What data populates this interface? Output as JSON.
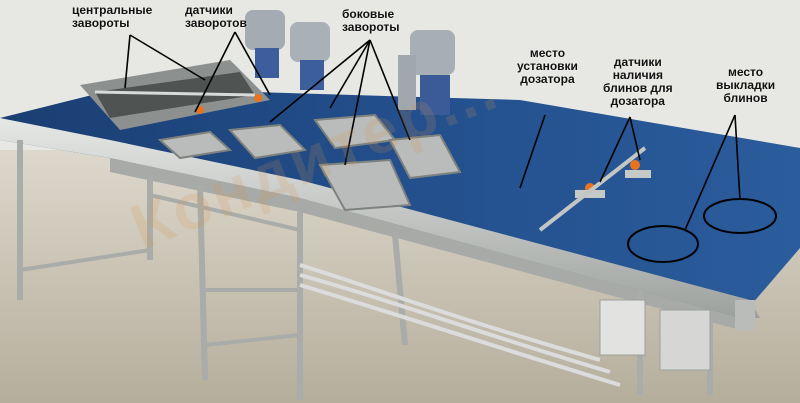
{
  "photo": {
    "subject": "conveyor-with-pancake-turning-units",
    "belt_color": "#1f4f8f",
    "frame_color": "#c7c9c6",
    "floor_color": "#cfc7b6",
    "wall_color": "#e6e6e2"
  },
  "labels": {
    "central_turners": "центральные\nзавороты",
    "sensors_turners": "датчики\nзаворотов",
    "side_turners": "боковые\nзавороты",
    "dispenser_place": "место\nустановки\nдозатора",
    "pancake_presence_sensors": "датчики\nналичия\nблинов для\nдозатора",
    "pancake_layout_place": "место\nвыкладки\nблинов"
  },
  "watermark": {
    "text": "Кондитер...",
    "color": "#d08a47"
  }
}
